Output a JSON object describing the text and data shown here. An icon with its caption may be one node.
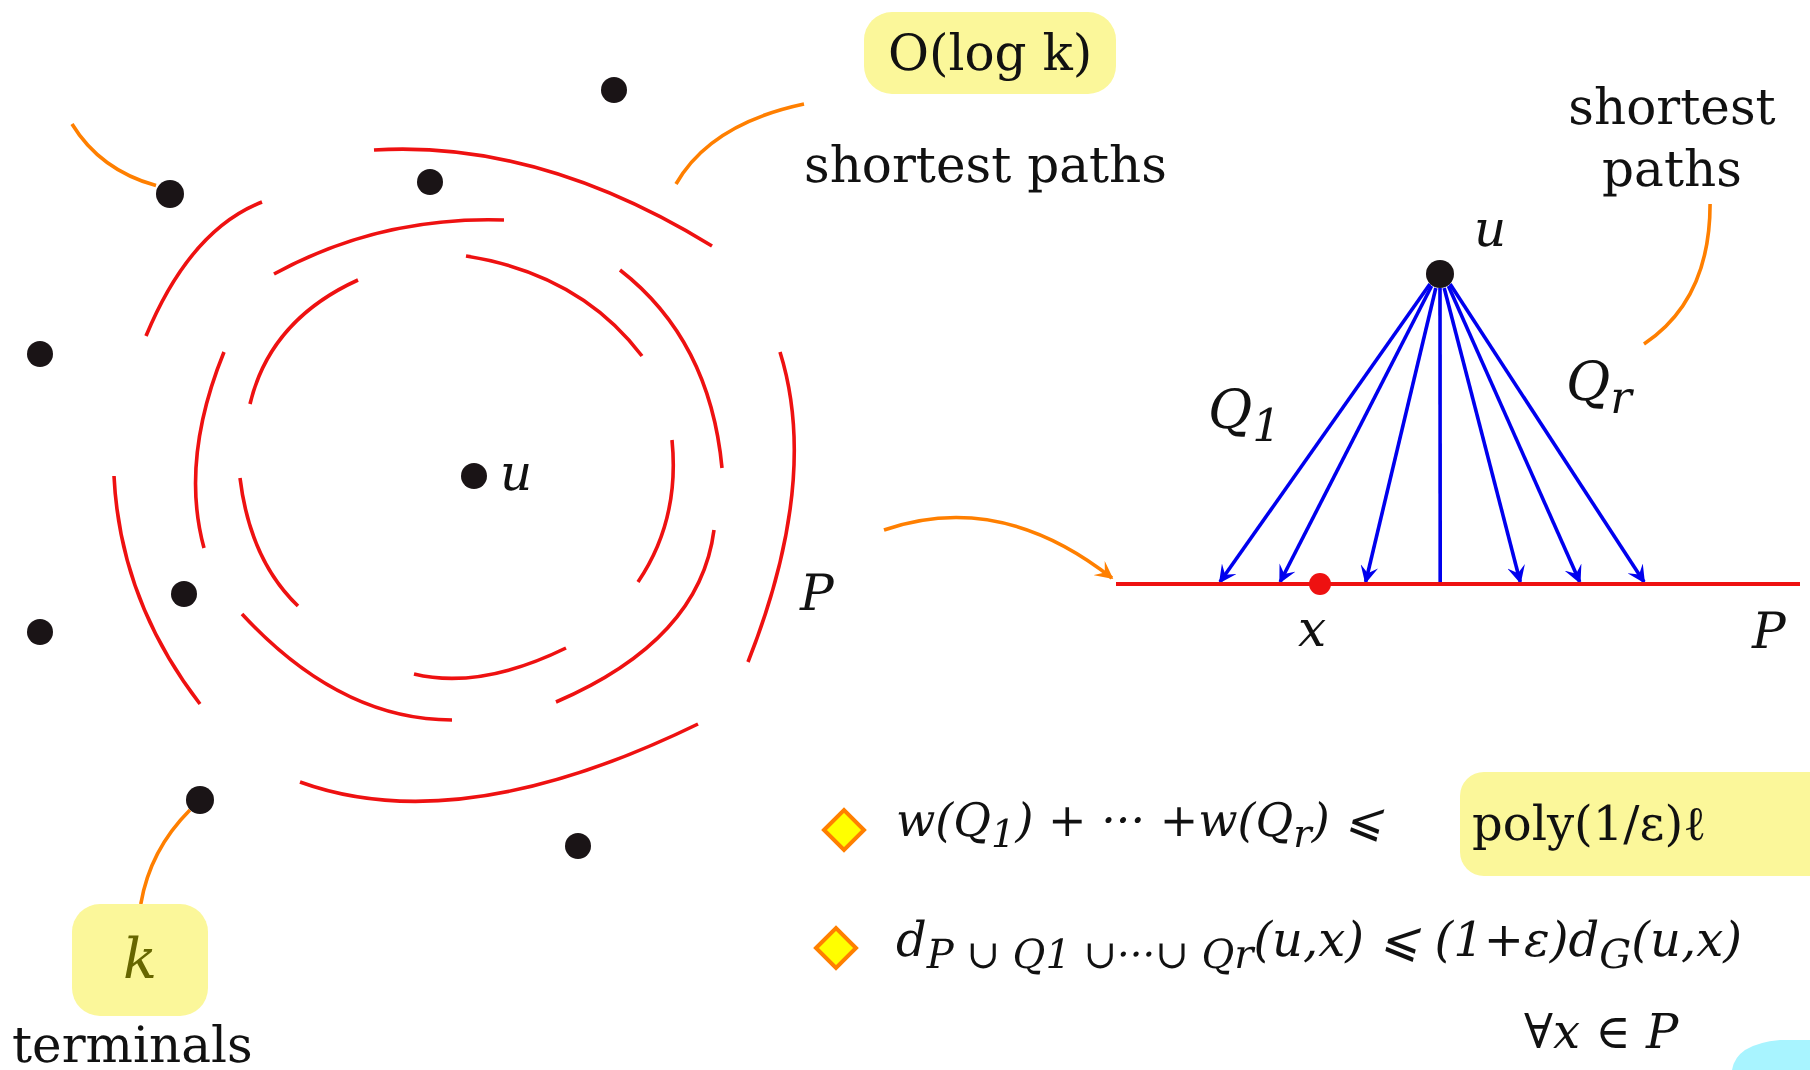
{
  "diagram": {
    "nodes": [
      {
        "text": [
          "O(log k)",
          "shortest paths"
        ]
      },
      {
        "text": [],
        "shape": "circle"
      },
      {
        "text": [
          "shortest paths"
        ]
      },
      {
        "text": [],
        "shape": "circle",
        "beside": [
          "u"
        ]
      },
      {
        "text": [],
        "shape": "bar",
        "beside": [
          "P"
        ]
      },
      {
        "text": [
          "poly(1/ε)ℓ"
        ]
      },
      {
        "text": [
          "k",
          "terminals"
        ]
      },
      {
        "text": [],
        "shape": "circle"
      }
    ],
    "edges": [
      {
        "from": 0,
        "to": null,
        "arrow": "none",
        "color": "#ff7f00"
      },
      {
        "from": null,
        "to": 1,
        "arrow": "none",
        "color": "#ff7f00"
      },
      {
        "from": 2,
        "to": null,
        "arrow": "none",
        "color": "#ff7f00"
      },
      {
        "from": null,
        "to": 4,
        "arrow": "to",
        "color": "#ff7f00"
      },
      {
        "from": 3,
        "to": 4,
        "arrow": "to",
        "label": "Q$_{1}$"
      },
      {
        "from": 3,
        "to": 4,
        "arrow": "to"
      },
      {
        "from": 3,
        "to": 4,
        "arrow": "to"
      },
      {
        "from": 3,
        "to": 4,
        "arrow": "none"
      },
      {
        "from": 3,
        "to": 4,
        "arrow": "to"
      },
      {
        "from": 3,
        "to": 4,
        "arrow": "to"
      },
      {
        "from": 3,
        "to": 4,
        "arrow": "to",
        "label": "Q$_{r}$"
      },
      {
        "from": 6,
        "to": 7,
        "arrow": "none",
        "color": "#ff7f00"
      }
    ],
    "labels": [
      "u",
      "P",
      "x",
      "w(Q$_{1}$) + ··· +w(Q$_{r}$) ⩽",
      "d$_{P ∪ Q1 ∪···∪ Qr}$(u,x) ⩽ (1+ε)d$_{G}$(u,x)",
      "∀x ∈ P"
    ]
  }
}
